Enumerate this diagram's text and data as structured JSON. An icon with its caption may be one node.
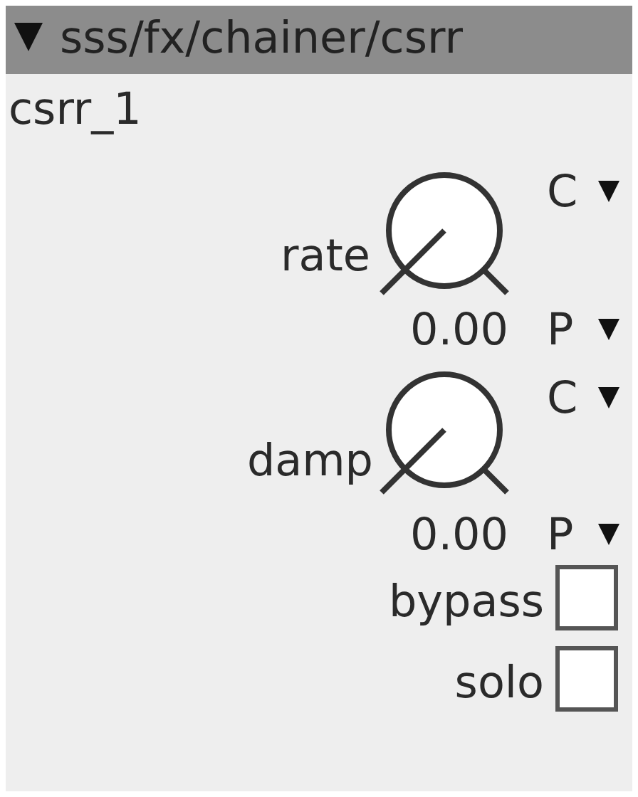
{
  "diagram": {
    "title": "sss/fx/chainer/csrr",
    "labels": [
      "csrr_1",
      "C",
      "rate",
      "0.00",
      "P",
      "C",
      "damp",
      "0.00",
      "P",
      "bypass",
      "solo"
    ]
  }
}
